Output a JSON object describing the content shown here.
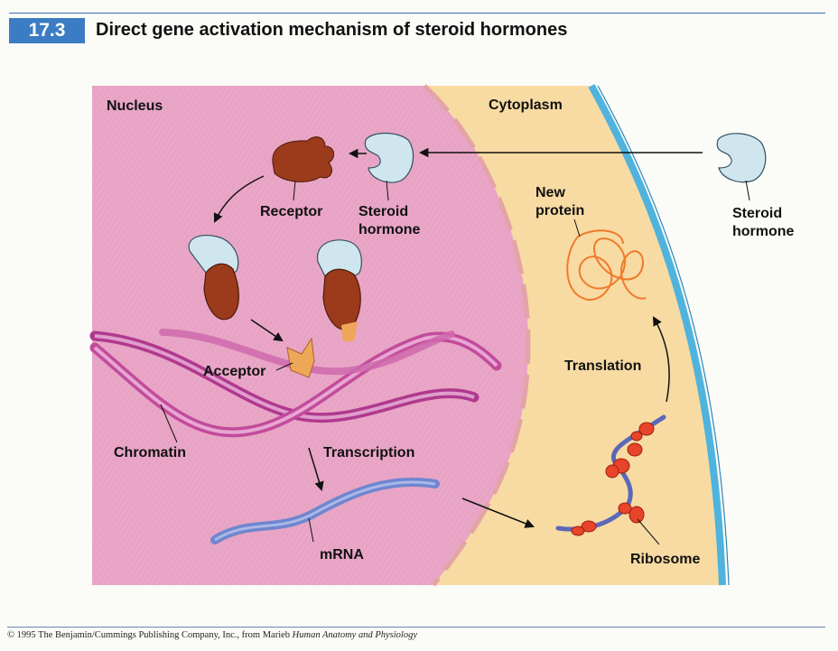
{
  "figure": {
    "number": "17.3",
    "title": "Direct gene activation mechanism of steroid hormones"
  },
  "labels": {
    "nucleus": "Nucleus",
    "cytoplasm": "Cytoplasm",
    "receptor": "Receptor",
    "steroid_hormone_inner_line1": "Steroid",
    "steroid_hormone_inner_line2": "hormone",
    "steroid_hormone_outer_line1": "Steroid",
    "steroid_hormone_outer_line2": "hormone",
    "new_protein_line1": "New",
    "new_protein_line2": "protein",
    "acceptor": "Acceptor",
    "translation": "Translation",
    "chromatin": "Chromatin",
    "transcription": "Transcription",
    "mrna": "mRNA",
    "ribosome": "Ribosome"
  },
  "footer": {
    "copyright": "© 1995  The Benjamin/Cummings Publishing Company, Inc., from Marieb ",
    "book": "Human Anatomy and Physiology"
  },
  "colors": {
    "nucleus": "#e9a6c6",
    "cytoplasm": "#f7dba3",
    "membrane": "#4fb3dd",
    "receptor": "#9c3a1c",
    "hormone": "#cfe6ee",
    "chromatin": "#c04c9c",
    "acceptor": "#eea659",
    "mrna": "#6f86cf",
    "ribosome": "#e8442a",
    "protein": "#f07a2a",
    "figure_tab": "#3b7cc4"
  }
}
